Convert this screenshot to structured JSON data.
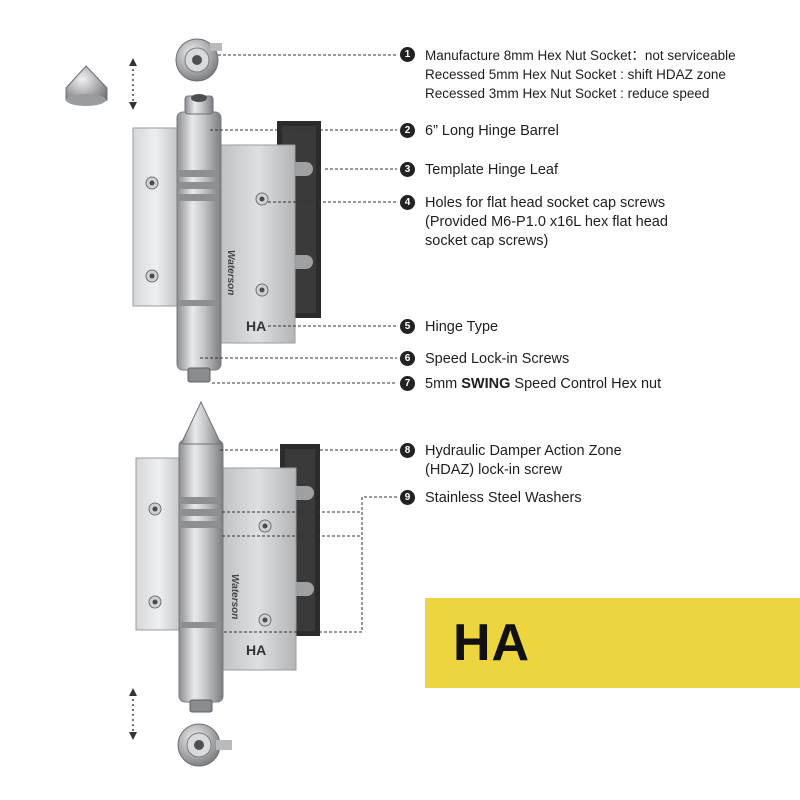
{
  "callouts": [
    {
      "number": "1",
      "lines": [
        "Manufacture 8mm Hex Nut Socket：not serviceable",
        "Recessed 5mm Hex Nut Socket : shift HDAZ zone",
        "Recessed 3mm Hex Nut Socket : reduce speed"
      ]
    },
    {
      "number": "2",
      "lines": [
        "6” Long Hinge Barrel"
      ]
    },
    {
      "number": "3",
      "lines": [
        "Template Hinge Leaf"
      ]
    },
    {
      "number": "4",
      "lines": [
        "Holes for flat head socket cap screws",
        "(Provided M6-P1.0 x16L hex flat head",
        "socket cap screws)"
      ]
    },
    {
      "number": "5",
      "lines": [
        "Hinge Type"
      ]
    },
    {
      "number": "6",
      "lines": [
        "Speed Lock-in Screws"
      ]
    },
    {
      "number": "7",
      "prefix": "5mm ",
      "bold": "SWING",
      "suffix": " Speed Control Hex nut"
    },
    {
      "number": "8",
      "lines": [
        "Hydraulic Damper Action Zone",
        "(HDAZ) lock-in screw"
      ]
    },
    {
      "number": "9",
      "lines": [
        "Stainless Steel Washers"
      ]
    }
  ],
  "banner": {
    "text": "HA",
    "color": "#ecd53e"
  },
  "hinge_label_top": "HA",
  "hinge_label_bottom": "HA",
  "brand_top": "Waterson",
  "brand_bottom": "Waterson",
  "colors": {
    "text": "#222222",
    "steel": "#b8b9bb",
    "plate": "#2a2a2a"
  }
}
